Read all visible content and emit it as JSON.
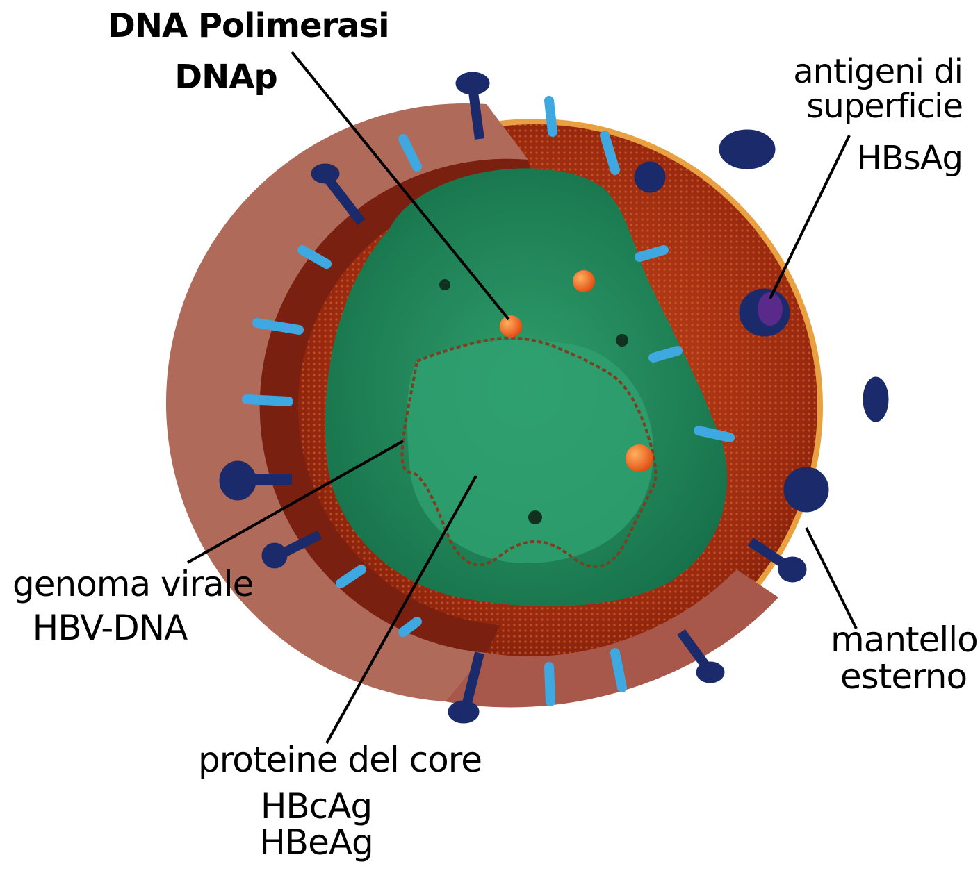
{
  "labels": {
    "dna_polymerase": {
      "line1": "DNA Polimerasi",
      "line2": "DNAp"
    },
    "surface_antigens": {
      "line1": "antigeni di",
      "line2": "superficie",
      "line3": "HBsAg"
    },
    "viral_genome": {
      "line1": "genoma virale",
      "line2": "HBV-DNA"
    },
    "outer_mantle": {
      "line1": "mantello",
      "line2": "esterno"
    },
    "core_proteins": {
      "line1": "proteine del core",
      "line2": "HBcAg",
      "line3": "HBeAg"
    }
  },
  "colors": {
    "background": "#ffffff",
    "envelope_dark": "#8a1e0c",
    "envelope_mid": "#b8411c",
    "envelope_rim": "#e0a040",
    "membrane_band": "#b06a5a",
    "core_green": "#1f8a5c",
    "core_light": "#3bb07a",
    "spike_dark": "#1b2a6b",
    "spike_light": "#3fa8e0",
    "polymerase": "#ff6a1a",
    "leader": "#000000"
  }
}
